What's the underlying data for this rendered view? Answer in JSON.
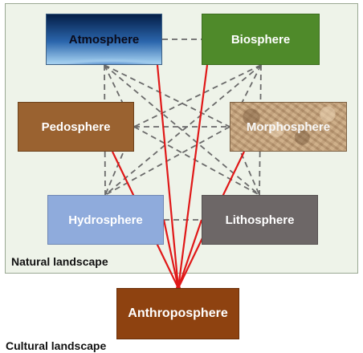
{
  "diagram": {
    "spheres": {
      "atmosphere": "Atmosphere",
      "biosphere": "Biosphere",
      "pedosphere": "Pedosphere",
      "morphosphere": "Morphosphere",
      "hydrosphere": "Hydrosphere",
      "lithosphere": "Lithosphere",
      "anthroposphere": "Anthroposphere"
    },
    "labels": {
      "natural_landscape": "Natural landscape",
      "cultural_landscape": "Cultural landscape"
    },
    "dashed_connections": [
      [
        "atmosphere",
        "biosphere"
      ],
      [
        "atmosphere",
        "pedosphere"
      ],
      [
        "atmosphere",
        "morphosphere"
      ],
      [
        "atmosphere",
        "hydrosphere"
      ],
      [
        "atmosphere",
        "lithosphere"
      ],
      [
        "biosphere",
        "pedosphere"
      ],
      [
        "biosphere",
        "morphosphere"
      ],
      [
        "biosphere",
        "hydrosphere"
      ],
      [
        "biosphere",
        "lithosphere"
      ],
      [
        "pedosphere",
        "morphosphere"
      ],
      [
        "pedosphere",
        "hydrosphere"
      ],
      [
        "pedosphere",
        "lithosphere"
      ],
      [
        "morphosphere",
        "hydrosphere"
      ],
      [
        "morphosphere",
        "lithosphere"
      ],
      [
        "hydrosphere",
        "lithosphere"
      ]
    ],
    "solid_connections": [
      [
        "anthroposphere",
        "atmosphere"
      ],
      [
        "anthroposphere",
        "biosphere"
      ],
      [
        "anthroposphere",
        "pedosphere"
      ],
      [
        "anthroposphere",
        "morphosphere"
      ],
      [
        "anthroposphere",
        "hydrosphere"
      ],
      [
        "anthroposphere",
        "lithosphere"
      ]
    ],
    "colors": {
      "dashed_line": "#6a6a6a",
      "solid_line": "#e01818",
      "atmosphere": "#2b66ad",
      "biosphere": "#4f8a2a",
      "pedosphere": "#9a6230",
      "morphosphere": "#c6a47e",
      "hydrosphere": "#8fabdc",
      "lithosphere": "#6d6767",
      "anthroposphere": "#8e4210",
      "natural_landscape_bg": "#eef3e9"
    }
  }
}
